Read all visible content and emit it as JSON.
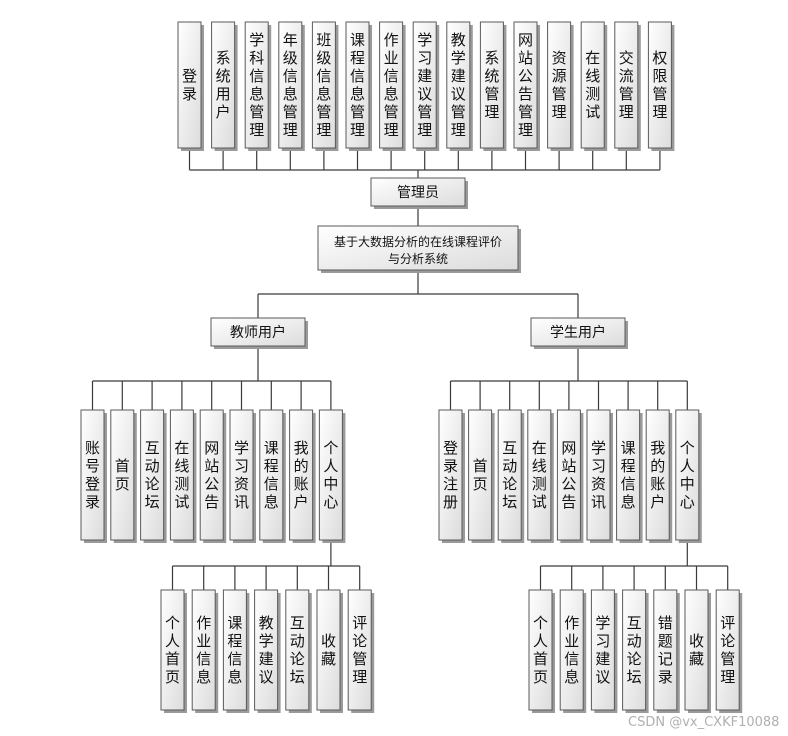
{
  "colors": {
    "box_fill_top": "#ffffff",
    "box_fill_bottom": "#dcdcdc",
    "line": "#3a3a3a",
    "border": "#5a5a5a"
  },
  "nodes": {
    "admin": "管理员",
    "admin_children": [
      "登录",
      "系统用户",
      "学科信息管理",
      "年级信息管理",
      "班级信息管理",
      "课程信息管理",
      "作业信息管理",
      "学习建议管理",
      "教学建议管理",
      "系统管理",
      "网站公告管理",
      "资源管理",
      "在线测试",
      "交流管理",
      "权限管理"
    ],
    "root": [
      "基于大数据分析的在线课程评价",
      "与分析系统"
    ],
    "teacher": "教师用户",
    "teacher_children": [
      "账号登录",
      "首页",
      "互动论坛",
      "在线测试",
      "网站公告",
      "学习资讯",
      "课程信息",
      "我的账户",
      "个人中心"
    ],
    "teacher_center_children": [
      "个人首页",
      "作业信息",
      "课程信息",
      "教学建议",
      "互动论坛",
      "收藏",
      "评论管理"
    ],
    "student": "学生用户",
    "student_children": [
      "登录注册",
      "首页",
      "互动论坛",
      "在线测试",
      "网站公告",
      "学习资讯",
      "课程信息",
      "我的账户",
      "个人中心"
    ],
    "student_center_children": [
      "个人首页",
      "作业信息",
      "学习建议",
      "互动论坛",
      "错题记录",
      "收藏",
      "评论管理"
    ]
  },
  "watermark": "CSDN @vx_CXKF10088"
}
